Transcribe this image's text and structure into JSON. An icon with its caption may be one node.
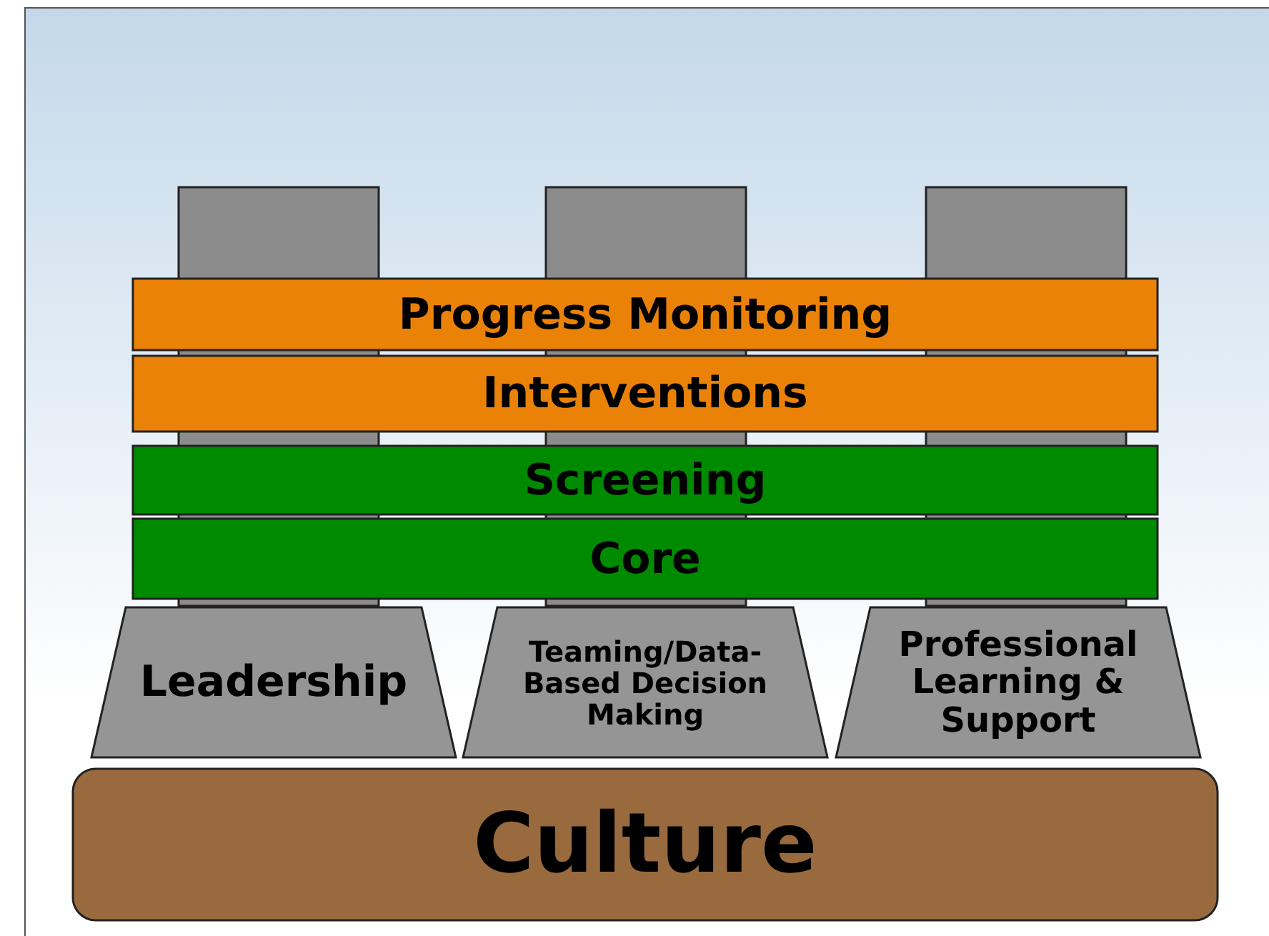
{
  "diagram": {
    "nodes": [
      {
        "text": [],
        "shape": "box"
      },
      {
        "text": [],
        "shape": "box"
      },
      {
        "text": [],
        "shape": "box"
      },
      {
        "text": [
          "Progress Monitoring"
        ]
      },
      {
        "text": [
          "Interventions"
        ]
      },
      {
        "text": [
          "Screening"
        ]
      },
      {
        "text": [
          "Core"
        ]
      },
      {
        "text": [
          "Leadership"
        ]
      },
      {
        "text": [
          "Teaming/Data-Based Decision Making"
        ]
      },
      {
        "text": [
          "Professional Learning & Support"
        ]
      },
      {
        "text": [
          "Culture"
        ]
      }
    ]
  }
}
